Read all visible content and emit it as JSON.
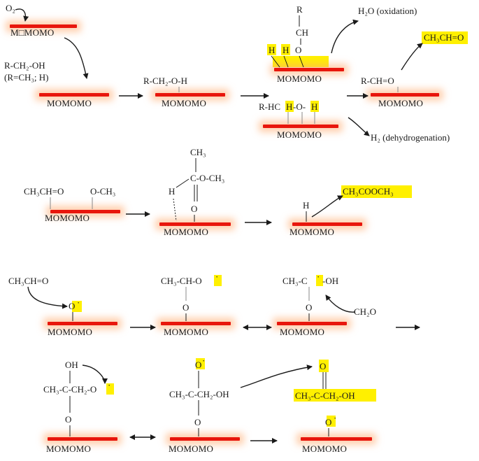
{
  "surface": "MOMOMO",
  "vacancy_surface": "M□MOMO",
  "row1": {
    "oxygen": "O₂",
    "alcohol": "R-CH₂-OH",
    "r_def": "(R=CH₃; H)",
    "adsorbed_alkoxy": "R-CH₂-O-H",
    "ox_R": "R",
    "ox_CH": "CH",
    "ox_H1": "H",
    "ox_H2": "H",
    "ox_O": "O",
    "water": "H₂O (oxidation)",
    "aldehyde_product": "CH₃CH=O",
    "dh_R_HC": "R-HC",
    "dh_H_mid": "H",
    "dh_O": "-O-",
    "dh_H_right": "H",
    "hydrogen": "H₂ (dehydrogenation)",
    "ads_aldehyde": "R-CH=O"
  },
  "row2": {
    "aldehyde": "CH₃CH=O",
    "methoxy": "O-CH₃",
    "int_CH3": "CH₃",
    "int_ester": "C-O-CH₃",
    "int_H": "H",
    "int_O": "O",
    "leftover_H": "H",
    "ester_product": "CH₃COOCH₃"
  },
  "row3": {
    "aldehyde": "CH₃CH=O",
    "surf_O": "O",
    "radical": "·",
    "alkoxy": "CH₃-CH-O",
    "bridge_O1": "O",
    "ch3c": "CH₃-C",
    "oh": "-OH",
    "bridge_O2": "O",
    "formaldehyde": "CH₂O"
  },
  "row4": {
    "oh": "OH",
    "chain": "CH₃-C-CH₂-O",
    "bridge_O1": "O",
    "top_O": "O",
    "chain2": "CH₃-C-CH₂-OH",
    "bridge_O2": "O",
    "ketone_O": "O",
    "ketone_chain": "CH₃-C-CH₂-OH",
    "final_O": "O"
  }
}
